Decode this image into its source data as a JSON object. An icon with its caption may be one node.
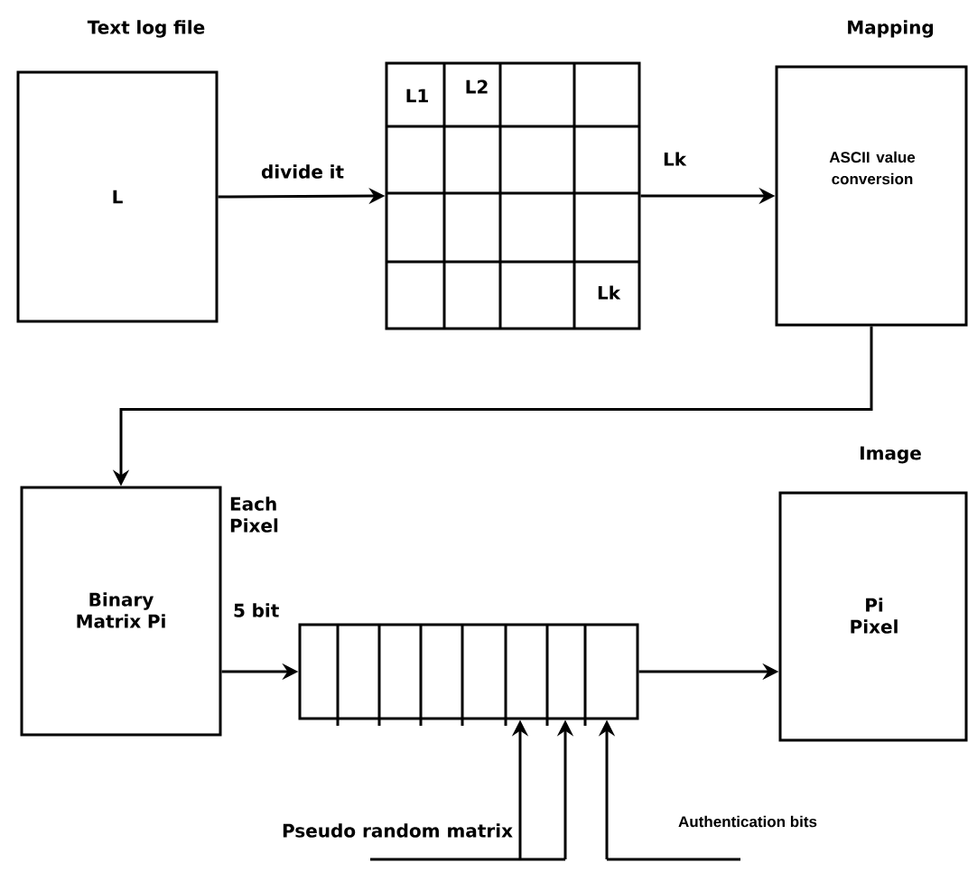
{
  "diagram": {
    "nodes": [
      {
        "text": [
          "Text log file",
          "L"
        ]
      },
      {
        "text": [
          "L1",
          "L2",
          "Lk"
        ]
      },
      {
        "text": [
          "Mapping",
          "ASCII value conversion"
        ]
      },
      {
        "text": [
          "Binary Matrix Pi"
        ],
        "beside": [
          "Each Pixel",
          "5 bit"
        ]
      },
      {
        "text": [],
        "shape": "box"
      },
      {
        "text": [
          "Image",
          "Pi Pixel"
        ]
      }
    ],
    "edges": [
      {
        "from": 0,
        "to": 1,
        "arrow": "to",
        "label": "divide it"
      },
      {
        "from": 1,
        "to": 2,
        "arrow": "to",
        "label": "Lk"
      },
      {
        "from": 2,
        "to": 3,
        "arrow": "to"
      },
      {
        "from": 3,
        "to": 4,
        "arrow": "to"
      },
      {
        "from": 4,
        "to": 5,
        "arrow": "to"
      },
      {
        "from": null,
        "to": 4,
        "arrow": "to"
      },
      {
        "from": null,
        "to": 4,
        "arrow": "to"
      },
      {
        "from": null,
        "to": 4,
        "arrow": "to"
      }
    ],
    "labels": [
      "Pseudo random matrix",
      "Authentication bits"
    ]
  }
}
